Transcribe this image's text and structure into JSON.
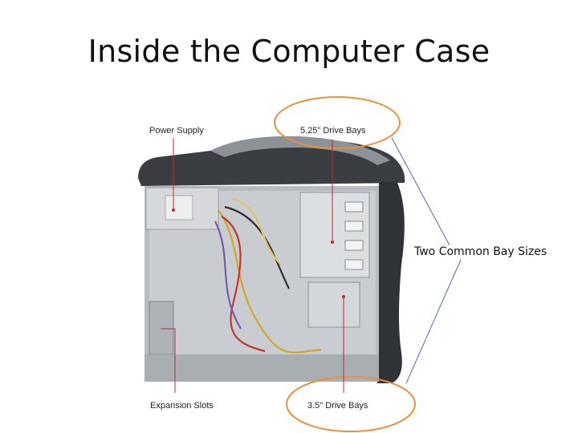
{
  "slide": {
    "title": "Inside the Computer Case"
  },
  "labels": {
    "power_supply": "Power Supply",
    "drive_bays_525": "5.25\" Drive Bays",
    "expansion_slots": "Expansion Slots",
    "drive_bays_35": "3.5\" Drive Bays",
    "callout": "Two Common Bay Sizes"
  },
  "colors": {
    "highlight_ellipse": "#e8913a",
    "leader_line": "#c62828",
    "connector_line": "#4a6fa5"
  }
}
